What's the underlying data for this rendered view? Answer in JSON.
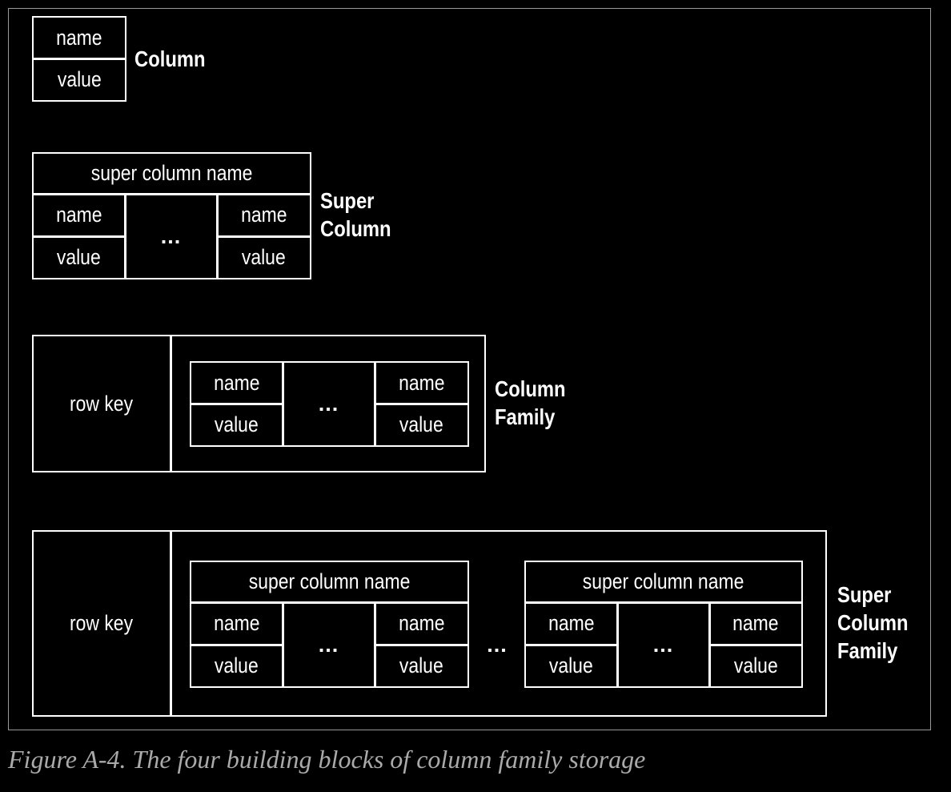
{
  "column": {
    "name": "name",
    "value": "value",
    "label": "Column"
  },
  "super_column": {
    "header": "super column name",
    "name_left": "name",
    "value_left": "value",
    "ellipsis": "...",
    "name_right": "name",
    "value_right": "value",
    "label_line1": "Super",
    "label_line2": "Column"
  },
  "column_family": {
    "row_key": "row key",
    "name_left": "name",
    "value_left": "value",
    "ellipsis": "...",
    "name_right": "name",
    "value_right": "value",
    "label_line1": "Column",
    "label_line2": "Family"
  },
  "super_column_family": {
    "row_key": "row key",
    "between_ellipsis": "...",
    "sc1": {
      "header": "super column name",
      "name_left": "name",
      "value_left": "value",
      "ellipsis": "...",
      "name_right": "name",
      "value_right": "value"
    },
    "sc2": {
      "header": "super column name",
      "name_left": "name",
      "value_left": "value",
      "ellipsis": "...",
      "name_right": "name",
      "value_right": "value"
    },
    "label_line1": "Super",
    "label_line2": "Column",
    "label_line3": "Family"
  },
  "caption": "Figure A-4. The four building blocks of column family storage"
}
